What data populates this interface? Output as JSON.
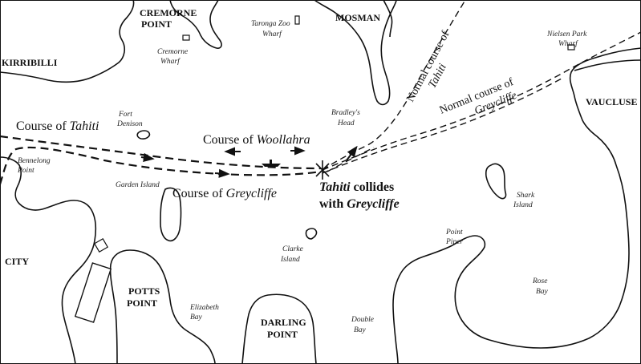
{
  "map": {
    "suburbs": {
      "cremorne_point_line1": "CREMORNE",
      "cremorne_point_line2": "POINT",
      "kirribilli": "KIRRIBILLI",
      "mosman": "MOSMAN",
      "vaucluse": "VAUCLUSE",
      "city": "CITY",
      "potts_point_line1": "POTTS",
      "potts_point_line2": "POINT",
      "darling_point_line1": "DARLING",
      "darling_point_line2": "POINT"
    },
    "places": {
      "taronga_line1": "Taronga Zoo",
      "taronga_line2": "Wharf",
      "cremorne_wharf_line1": "Cremorne",
      "cremorne_wharf_line2": "Wharf",
      "nielsen_line1": "Nielsen Park",
      "nielsen_line2": "Wharf",
      "fort_denison_line1": "Fort",
      "fort_denison_line2": "Denison",
      "bradleys_line1": "Bradley's",
      "bradleys_line2": "Head",
      "bennelong_line1": "Bennelong",
      "bennelong_line2": "Point",
      "garden_island": "Garden Island",
      "shark_island_line1": "Shark",
      "shark_island_line2": "Island",
      "point_piper_line1": "Point",
      "point_piper_line2": "Piper",
      "clarke_island_line1": "Clarke",
      "clarke_island_line2": "Island",
      "rose_bay_line1": "Rose",
      "rose_bay_line2": "Bay",
      "elizabeth_bay_line1": "Elizabeth",
      "elizabeth_bay_line2": "Bay",
      "double_bay_line1": "Double",
      "double_bay_line2": "Bay"
    },
    "courses": {
      "tahiti_prefix": "Course of ",
      "tahiti_name": "Tahiti",
      "woollahra_prefix": "Course of ",
      "woollahra_name": "Woollahra",
      "greycliffe_prefix": "Course of ",
      "greycliffe_name": "Greycliffe",
      "normal_tahiti_line1": "Normal course of",
      "normal_tahiti_line2": "Tahiti",
      "normal_greycliffe_line1": "Normal course of",
      "normal_greycliffe_line2": "Greycliffe"
    },
    "collision": {
      "line1_name": "Tahiti",
      "line1_rest": " collides",
      "line2_prefix": "with ",
      "line2_name": "Greycliffe"
    }
  }
}
